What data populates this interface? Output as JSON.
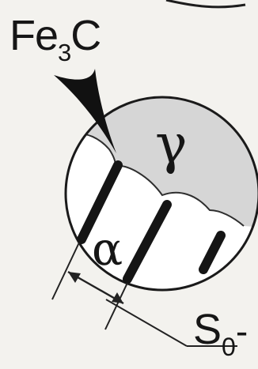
{
  "labels": {
    "cementite_base": "Fe",
    "cementite_sub": "3",
    "cementite_tail": "C",
    "gamma": "γ",
    "alpha": "α",
    "spacing_base": "S",
    "spacing_sub": "0",
    "spacing_tail": "-"
  },
  "colors": {
    "background": "#f3f2ee",
    "austenite_fill": "#d6d6d6",
    "ferrite_fill": "#ffffff",
    "ink": "#161616"
  }
}
